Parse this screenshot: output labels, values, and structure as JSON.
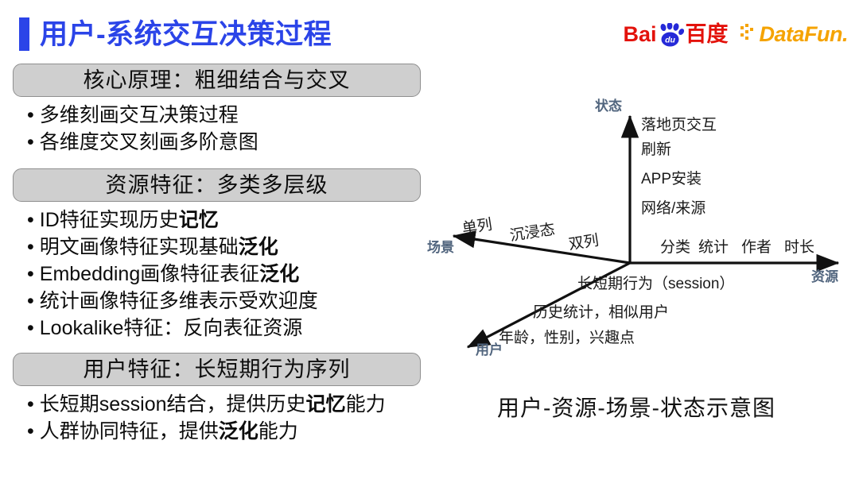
{
  "header": {
    "title": "用户-系统交互决策过程",
    "accent_color": "#2b44e8"
  },
  "logos": {
    "baidu": {
      "name": "baidu-logo",
      "latin_prefix": "Bai",
      "paw_inner": "du",
      "chinese": "百度",
      "red": "#e3120b",
      "blue": "#2529d8"
    },
    "datafun": {
      "name": "datafun-logo",
      "text": "DataFun.",
      "color": "#f5a300"
    }
  },
  "sections": [
    {
      "header": "核心原理：粗细结合与交叉",
      "bullets": [
        [
          {
            "t": "多维刻画交互决策过程",
            "b": false
          }
        ],
        [
          {
            "t": "各维度交叉刻画多阶意图",
            "b": false
          }
        ]
      ]
    },
    {
      "header": "资源特征：多类多层级",
      "bullets": [
        [
          {
            "t": "ID特征实现历史",
            "b": false
          },
          {
            "t": "记忆",
            "b": true
          }
        ],
        [
          {
            "t": "明文画像特征实现基础",
            "b": false
          },
          {
            "t": "泛化",
            "b": true
          }
        ],
        [
          {
            "t": "Embedding画像特征表征",
            "b": false
          },
          {
            "t": "泛化",
            "b": true
          }
        ],
        [
          {
            "t": "统计画像特征多维表示受欢迎度",
            "b": false
          }
        ],
        [
          {
            "t": "Lookalike特征：反向表征资源",
            "b": false
          }
        ]
      ]
    },
    {
      "header": "用户特征：长短期行为序列",
      "bullets": [
        [
          {
            "t": "长短期session结合，提供历史",
            "b": false
          },
          {
            "t": "记忆",
            "b": true
          },
          {
            "t": "能力",
            "b": false
          }
        ],
        [
          {
            "t": "人群协同特征，提供",
            "b": false
          },
          {
            "t": "泛化",
            "b": true
          },
          {
            "t": "能力",
            "b": false
          }
        ]
      ]
    }
  ],
  "diagram": {
    "caption": "用户-资源-场景-状态示意图",
    "axis_label_color": "#51657e",
    "axes": [
      {
        "key": "state",
        "name": "状态",
        "direction": "up",
        "ticks": [
          "落地页交互",
          "刷新",
          "APP安装",
          "网络/来源"
        ]
      },
      {
        "key": "resource",
        "name": "资源",
        "direction": "right",
        "ticks": [
          "分类",
          "统计",
          "作者",
          "时长"
        ]
      },
      {
        "key": "scene",
        "name": "场景",
        "direction": "upper-left",
        "ticks": [
          "单列",
          "沉浸态",
          "双列"
        ]
      },
      {
        "key": "user",
        "name": "用户",
        "direction": "lower-left",
        "ticks": [
          "长短期行为（session）",
          "历史统计，相似用户",
          "年龄，性别，兴趣点"
        ]
      }
    ]
  }
}
